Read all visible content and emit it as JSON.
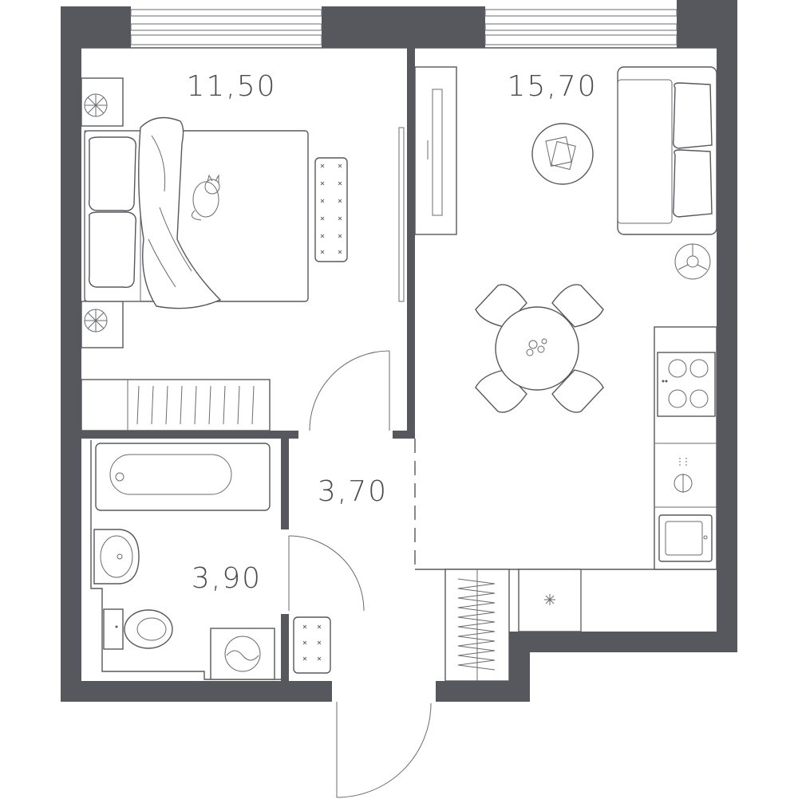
{
  "rooms": [
    {
      "id": "bedroom",
      "area": "11,50"
    },
    {
      "id": "kitchen-living",
      "area": "15,70"
    },
    {
      "id": "hallway",
      "area": "3,70"
    },
    {
      "id": "bathroom",
      "area": "3,90"
    }
  ],
  "colors": {
    "wall": "#57585d",
    "line": "#57585d",
    "background": "#ffffff"
  },
  "icons": [
    "bed-icon",
    "cat-icon",
    "sofa-icon",
    "dining-table-icon",
    "stove-icon",
    "sink-icon",
    "bathtub-icon",
    "toilet-icon",
    "washing-machine-icon",
    "wardrobe-icon",
    "lamp-icon",
    "coffee-table-icon",
    "door-swing-icon",
    "window-icon"
  ]
}
